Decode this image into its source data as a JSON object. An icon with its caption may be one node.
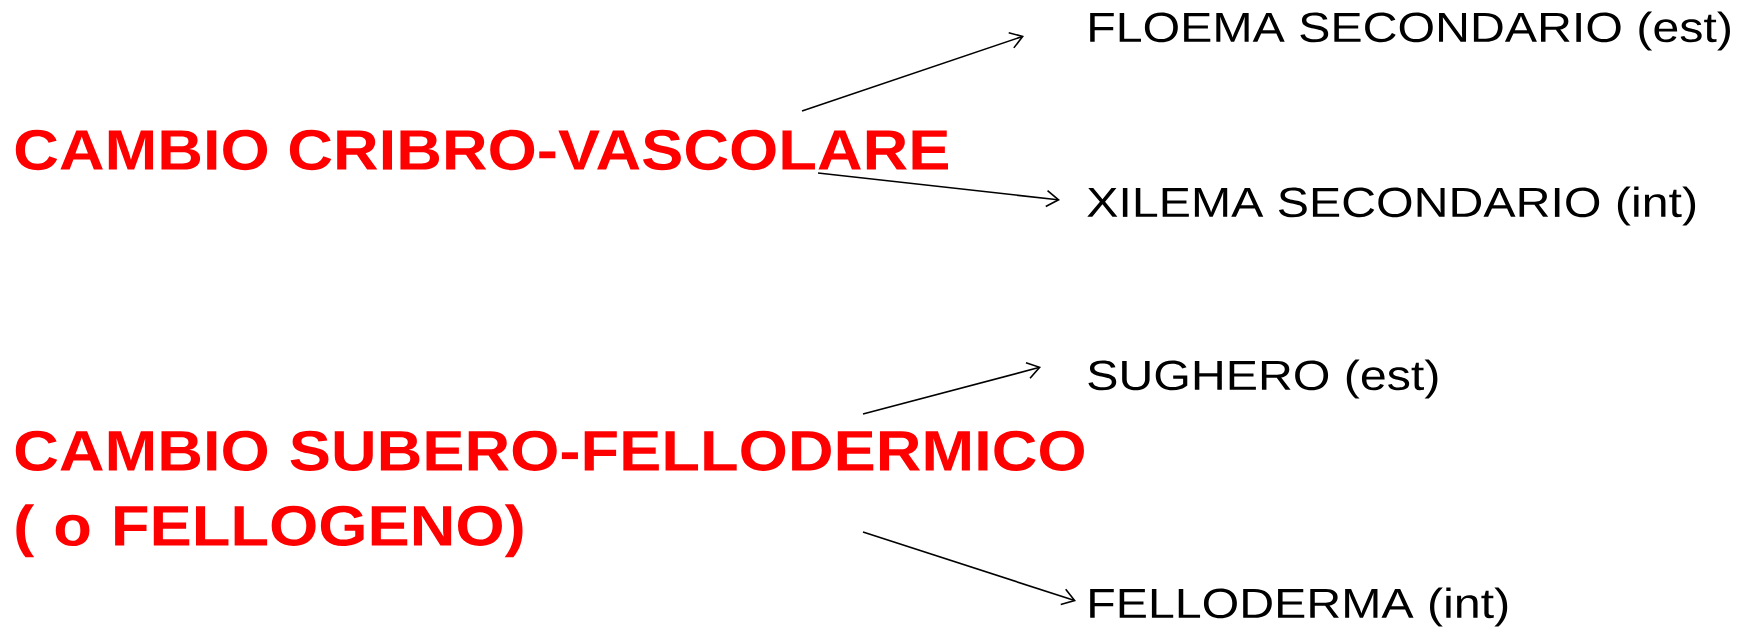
{
  "diagram": {
    "nodes": [
      {
        "text": [
          "CAMBIO CRIBRO-VASCOLARE"
        ]
      },
      {
        "text": [
          "FLOEMA SECONDARIO (est)"
        ]
      },
      {
        "text": [
          "XILEMA SECONDARIO (int)"
        ]
      },
      {
        "text": [
          "CAMBIO SUBERO-FELLODERMICO ( o FELLOGENO)"
        ]
      },
      {
        "text": [
          "SUGHERO (est)"
        ]
      },
      {
        "text": [
          "FELLODERMA (int)"
        ]
      }
    ],
    "edges": [
      {
        "from": 0,
        "to": 1,
        "arrow": "to"
      },
      {
        "from": 0,
        "to": 2,
        "arrow": "to"
      },
      {
        "from": 3,
        "to": 4,
        "arrow": "to"
      },
      {
        "from": 3,
        "to": 5,
        "arrow": "to"
      }
    ]
  }
}
